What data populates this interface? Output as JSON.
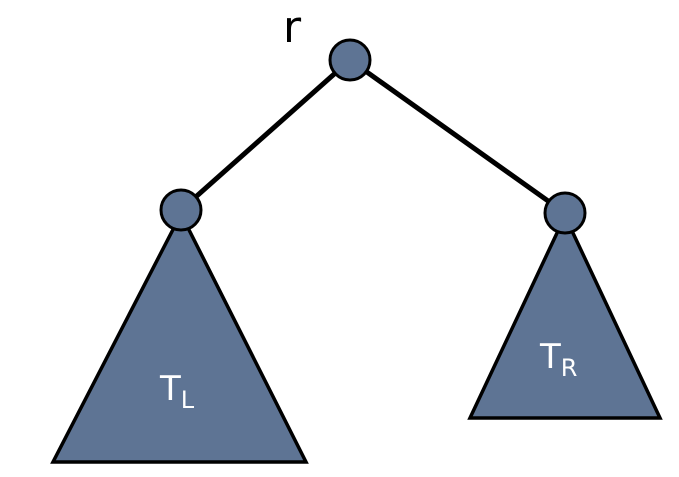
{
  "root": {
    "label": "r"
  },
  "subtrees": [
    {
      "letter": "T",
      "subscript": "L"
    },
    {
      "letter": "T",
      "subscript": "R"
    }
  ],
  "colors": {
    "node_fill": "#5e7494",
    "outline": "#000000",
    "label_text": "#ffffff"
  }
}
